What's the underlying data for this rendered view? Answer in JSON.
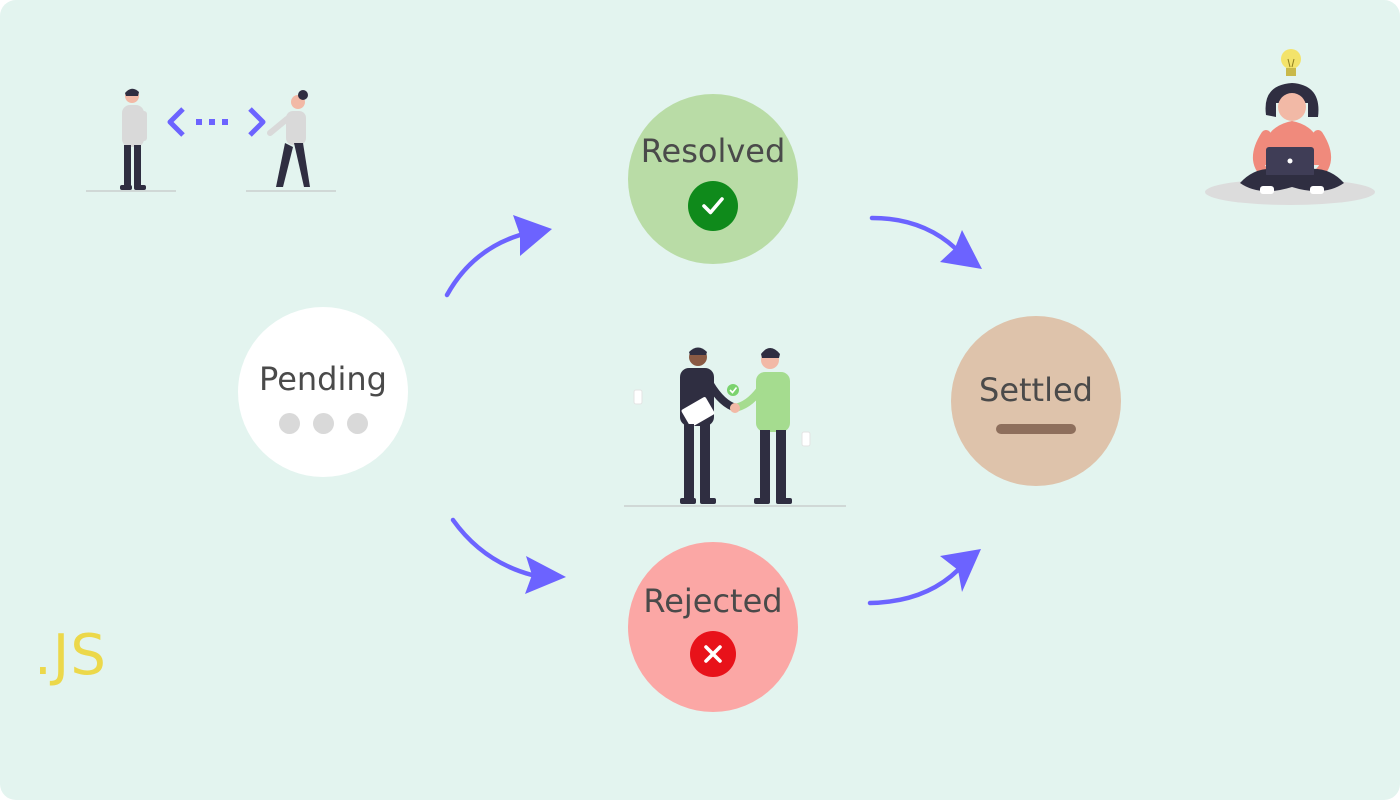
{
  "states": {
    "pending": {
      "label": "Pending"
    },
    "resolved": {
      "label": "Resolved"
    },
    "rejected": {
      "label": "Rejected"
    },
    "settled": {
      "label": "Settled"
    }
  },
  "logo": {
    "text": ".JS"
  },
  "colors": {
    "background": "#e3f4ef",
    "arrow": "#6c63ff",
    "pending": "#ffffff",
    "resolved": "#b9dca6",
    "rejected": "#fba7a5",
    "settled": "#dec3ab",
    "check_badge": "#0f8a1b",
    "error_badge": "#e8121a",
    "logo": "#ecd84a"
  },
  "icons": [
    "checkmark-icon",
    "cross-icon",
    "loading-dots-icon",
    "dash-icon"
  ]
}
